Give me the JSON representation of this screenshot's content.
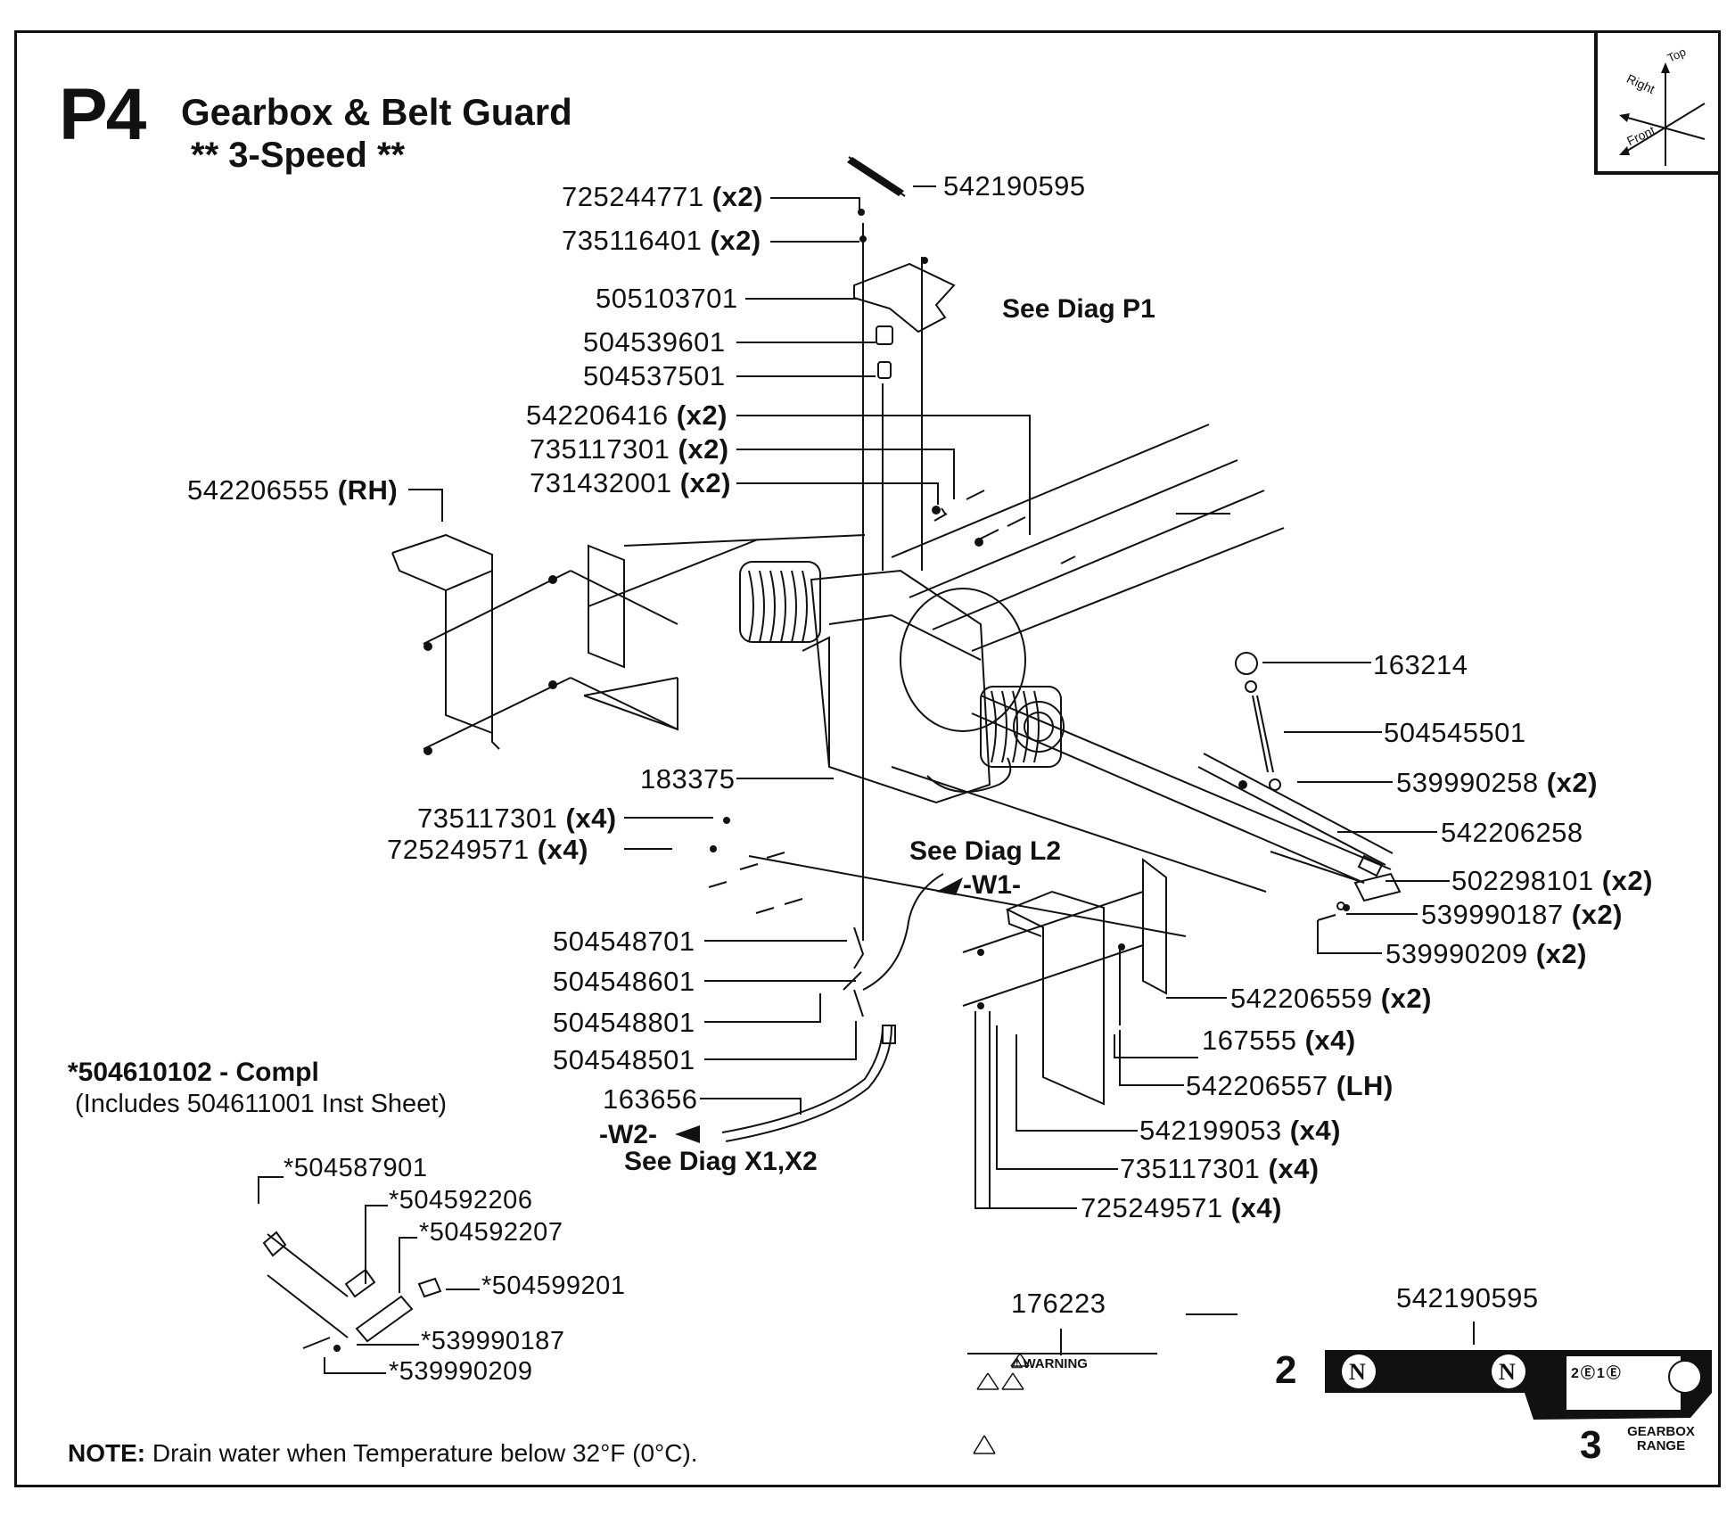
{
  "header": {
    "page_code": "P4",
    "title": "Gearbox & Belt Guard",
    "subtitle": "** 3-Speed **"
  },
  "orientation": {
    "top": "Top",
    "right": "Right",
    "front": "Front"
  },
  "callouts": [
    {
      "id": "c1",
      "part": "725244771",
      "qty": "(x2)"
    },
    {
      "id": "c2",
      "part": "735116401",
      "qty": "(x2)"
    },
    {
      "id": "c3",
      "part": "542190595",
      "qty": ""
    },
    {
      "id": "c4",
      "part": "505103701",
      "qty": ""
    },
    {
      "id": "c5",
      "part": "504539601",
      "qty": ""
    },
    {
      "id": "c6",
      "part": "504537501",
      "qty": ""
    },
    {
      "id": "c7",
      "part": "542206416",
      "qty": "(x2)"
    },
    {
      "id": "c8",
      "part": "735117301",
      "qty": "(x2)"
    },
    {
      "id": "c9",
      "part": "731432001",
      "qty": "(x2)"
    },
    {
      "id": "c10",
      "part": "542206555",
      "qty": "(RH)"
    },
    {
      "id": "c11",
      "part": "163214",
      "qty": ""
    },
    {
      "id": "c12",
      "part": "504545501",
      "qty": ""
    },
    {
      "id": "c13",
      "part": "539990258",
      "qty": "(x2)"
    },
    {
      "id": "c14",
      "part": "542206258",
      "qty": ""
    },
    {
      "id": "c15",
      "part": "502298101",
      "qty": "(x2)"
    },
    {
      "id": "c16",
      "part": "539990187",
      "qty": "(x2)"
    },
    {
      "id": "c17",
      "part": "539990209",
      "qty": "(x2)"
    },
    {
      "id": "c18",
      "part": "183375",
      "qty": ""
    },
    {
      "id": "c19",
      "part": "735117301",
      "qty": "(x4)"
    },
    {
      "id": "c20",
      "part": "725249571",
      "qty": "(x4)"
    },
    {
      "id": "c21",
      "part": "504548701",
      "qty": ""
    },
    {
      "id": "c22",
      "part": "504548601",
      "qty": ""
    },
    {
      "id": "c23",
      "part": "504548801",
      "qty": ""
    },
    {
      "id": "c24",
      "part": "504548501",
      "qty": ""
    },
    {
      "id": "c25",
      "part": "163656",
      "qty": ""
    },
    {
      "id": "c26",
      "part": "542206559",
      "qty": "(x2)"
    },
    {
      "id": "c27",
      "part": "167555",
      "qty": "(x4)"
    },
    {
      "id": "c28",
      "part": "542206557",
      "qty": "(LH)"
    },
    {
      "id": "c29",
      "part": "542199053",
      "qty": "(x4)"
    },
    {
      "id": "c30",
      "part": "735117301",
      "qty": "(x4)"
    },
    {
      "id": "c31",
      "part": "725249571",
      "qty": "(x4)"
    },
    {
      "id": "c32",
      "part": "176223",
      "qty": ""
    },
    {
      "id": "c33",
      "part": "542190595",
      "qty": ""
    }
  ],
  "references": {
    "diag_p1": "See Diag P1",
    "diag_l2": "See Diag L2",
    "w1": "-W1-",
    "w2": "-W2-",
    "diag_x1x2": "See Diag X1,X2"
  },
  "kit": {
    "title": "*504610102 - Compl",
    "subtitle": "(Includes 504611001 Inst Sheet)",
    "items": [
      {
        "id": "k1",
        "part": "*504587901"
      },
      {
        "id": "k2",
        "part": "*504592206"
      },
      {
        "id": "k3",
        "part": "*504592207"
      },
      {
        "id": "k4",
        "part": "*504599201"
      },
      {
        "id": "k5",
        "part": "*539990187"
      },
      {
        "id": "k6",
        "part": "*539990209"
      }
    ]
  },
  "note": {
    "label": "NOTE:",
    "text": " Drain water when Temperature below 32°F (0°C)."
  },
  "decals": {
    "warning_text": "WARNING",
    "gear_2": "2",
    "gear_3": "3",
    "gear_symbol": "N",
    "gearbox_label": "GEARBOX",
    "range_label": "RANGE"
  }
}
